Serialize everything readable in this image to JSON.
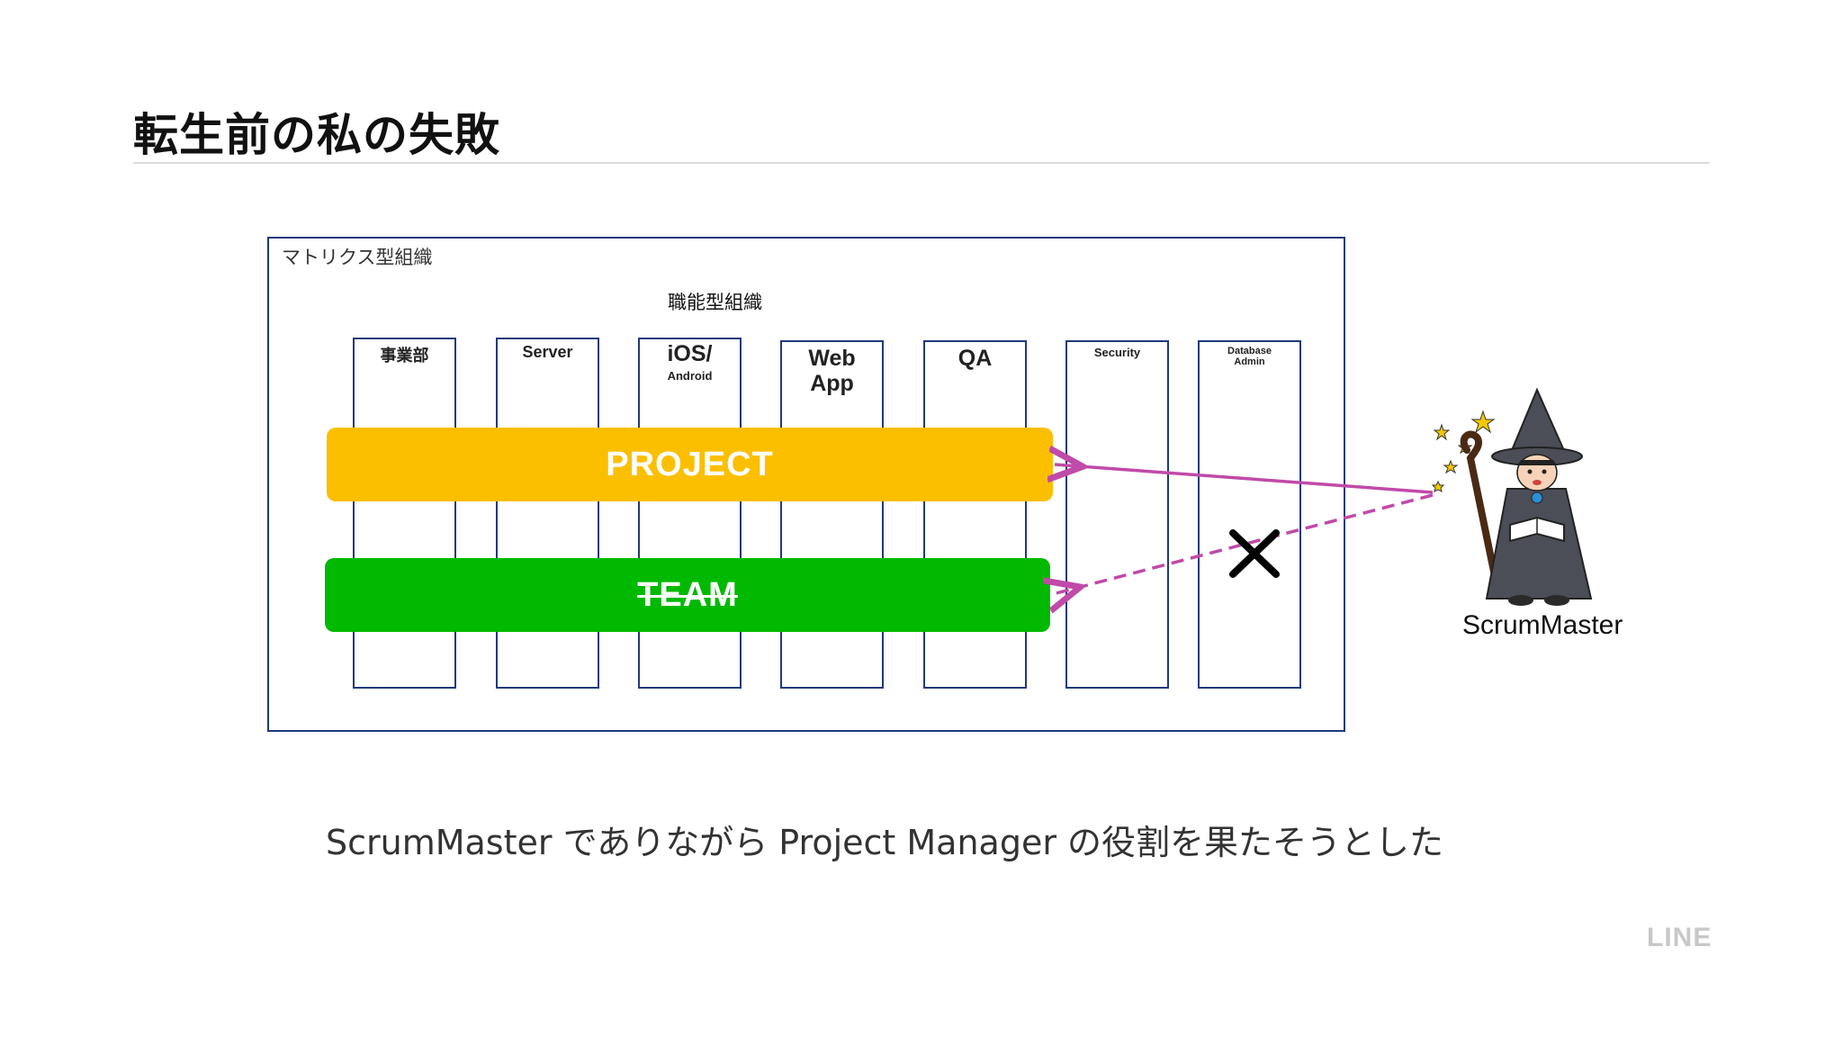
{
  "slide": {
    "title": "転生前の私の失敗",
    "caption": "ScrumMaster でありながら Project Manager の役割を果たそうとした",
    "logo": "LINE"
  },
  "diagram": {
    "matrix_label": "マトリクス型組織",
    "functional_label": "職能型組織",
    "columns": [
      {
        "main": "事業部",
        "sub": ""
      },
      {
        "main": "Server",
        "sub": ""
      },
      {
        "main": "iOS/",
        "sub": "Android"
      },
      {
        "main": "Web\nApp",
        "sub": ""
      },
      {
        "main": "QA",
        "sub": ""
      },
      {
        "main": "Security",
        "sub": ""
      },
      {
        "main": "Database\nAdmin",
        "sub": ""
      }
    ],
    "project_band": "PROJECT",
    "team_band": "TEAM",
    "scrum_master_label": "ScrumMaster",
    "colors": {
      "frame": "#1f3a7a",
      "project": "#fcbf00",
      "team": "#00b900",
      "arrow": "#c04aa8"
    }
  }
}
